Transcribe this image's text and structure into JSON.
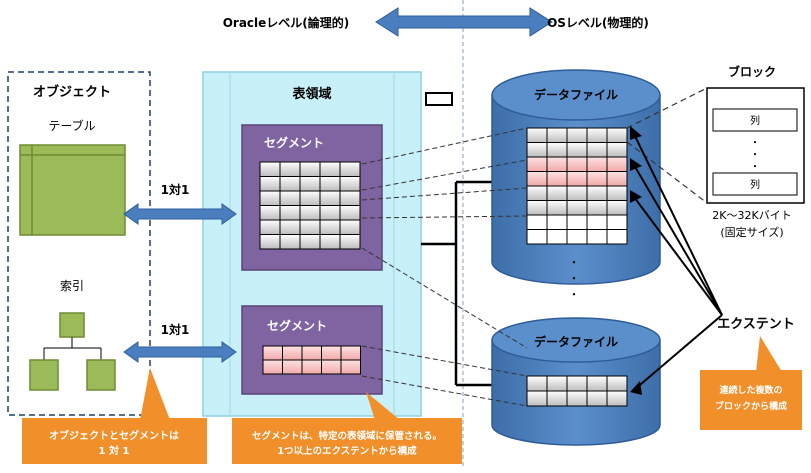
{
  "header": {
    "left_label": "Oracleレベル(論理的)",
    "right_label": "OSレベル(物理的)"
  },
  "objects": {
    "title": "オブジェクト",
    "table_label": "テーブル",
    "index_label": "索引"
  },
  "tablespace": {
    "title": "表領域",
    "segment1_label": "セグメント",
    "segment2_label": "セグメント"
  },
  "relations": {
    "table_segment": "1対1",
    "index_segment": "1対1"
  },
  "datafiles": {
    "file1_label": "データファイル",
    "file2_label": "データファイル",
    "ellipsis": "・"
  },
  "block": {
    "title": "ブロック",
    "row1": "列",
    "row2": "列",
    "dots": "・",
    "size_label": "2K～32Kバイト",
    "size_note": "(固定サイズ)"
  },
  "extent": {
    "label": "エクステント"
  },
  "callouts": {
    "object_segment_line1": "オブジェクトとセグメントは",
    "object_segment_line2": "1 対 1",
    "segment_line1": "セグメントは、特定の表領域に保管される。",
    "segment_line2": "1つ以上のエクステントから構成",
    "extent_line1": "連続した複数の",
    "extent_line2": "ブロックから構成"
  },
  "colors": {
    "arrow_blue": "#4a7ebf",
    "green": "#9bbb59",
    "purple": "#8064a2",
    "tablespace_fill": "#c8f0f8",
    "cylinder": "#4f81bd",
    "callout_orange": "#f18f2a",
    "pink_row": "#f4b6b6",
    "gray_row": "#c8c8c8"
  }
}
